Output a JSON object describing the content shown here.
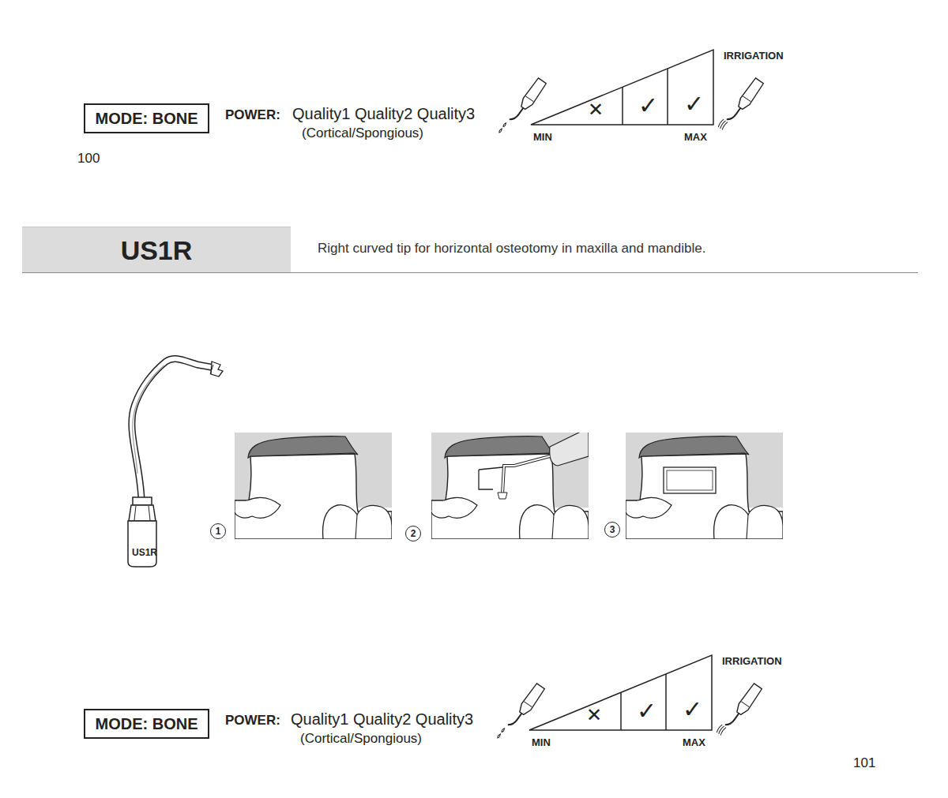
{
  "diagram": {
    "nodes": [
      {
        "text": [
          "MODE: BONE"
        ]
      },
      {
        "text": [
          "US1R"
        ]
      },
      {
        "text": [
          "1"
        ]
      },
      {
        "text": [
          "2"
        ]
      },
      {
        "text": [
          "3"
        ]
      },
      {
        "text": [
          "MODE: BONE"
        ]
      }
    ],
    "labels": [
      "POWER:",
      "Quality1 Quality2 Quality3",
      "(Cortical/Spongious)",
      "IRRIGATION",
      "✕",
      "✓",
      "✓",
      "MIN",
      "MAX",
      "100",
      "Right curved tip for horizontal osteotomy in maxilla and mandible.",
      "US1R",
      "POWER:",
      "Quality1 Quality2 Quality3",
      "(Cortical/Spongious)",
      "IRRIGATION",
      "✕",
      "✓",
      "✓",
      "MIN",
      "MAX",
      "101"
    ]
  }
}
